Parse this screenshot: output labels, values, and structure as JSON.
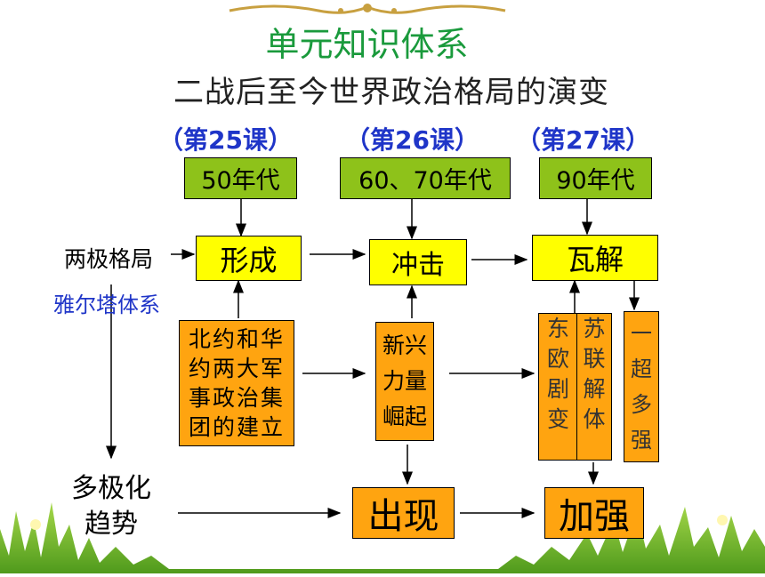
{
  "header": {
    "title": "单元知识体系",
    "subtitle": "二战后至今世界政治格局的演变"
  },
  "lessons": [
    "（第25课）",
    "（第26课）",
    "（第27课）"
  ],
  "periods": [
    "50年代",
    "60、70年代",
    "90年代"
  ],
  "stages": [
    "形成",
    "冲击",
    "瓦解"
  ],
  "side_labels": {
    "bipolar": "两极格局",
    "yalta": "雅尔塔体系",
    "multipolar": "多极化\n趋势"
  },
  "causes": {
    "nato_warsaw": "北约和华约两大军事政治集团的建立",
    "new_forces": "新兴力量崛起",
    "east_europe": "东欧剧变",
    "soviet": "苏联解体",
    "one_super": "一超多强"
  },
  "results": [
    "出现",
    "加强"
  ],
  "colors": {
    "title": "#1a9a3c",
    "lesson": "#1f35c8",
    "yalta": "#1f35c8",
    "green_box": "#8ec21a",
    "yellow_box": "#ffff00",
    "orange_box": "#ffa410"
  }
}
